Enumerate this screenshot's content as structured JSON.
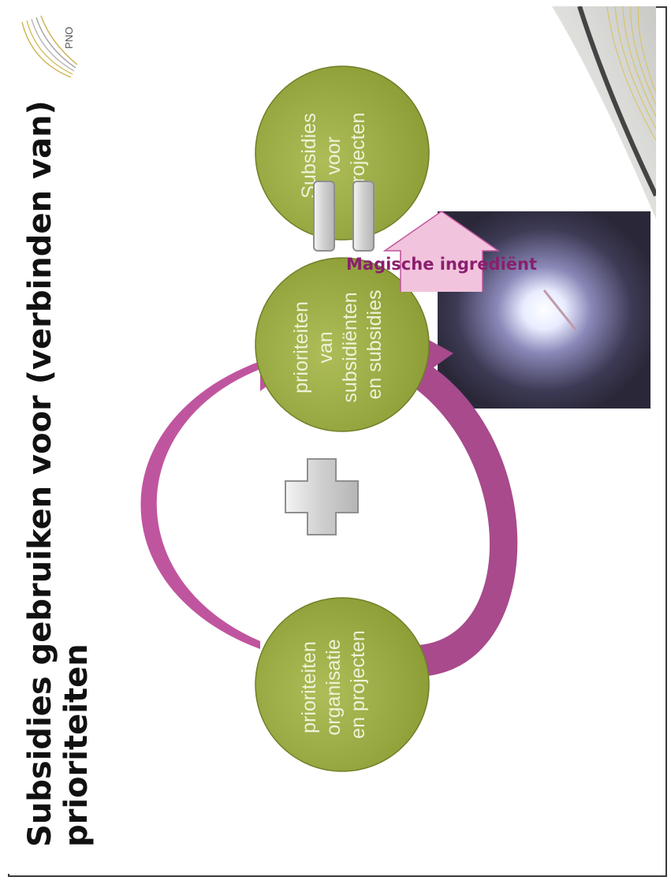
{
  "slide": {
    "title_line1": "Subsidies gebruiken voor (verbinden van)",
    "title_line2": "prioriteiten"
  },
  "logo": {
    "text": "PNO"
  },
  "circles": [
    {
      "lines": [
        "prioriteiten",
        "organisatie",
        "en projecten"
      ]
    },
    {
      "lines": [
        "prioriteiten",
        "van",
        "subsidiënten",
        "en subsidies"
      ]
    },
    {
      "lines": [
        "Subsidies",
        "voor",
        "projecten"
      ]
    }
  ],
  "banner": {
    "text": "Magische ingrediënt"
  },
  "colors": {
    "circle": "#9cad45",
    "circle_dark": "#7e8f30",
    "arrow": "#c0559f",
    "banner": "#f2c3dd",
    "plus": "#c9c9c9"
  }
}
